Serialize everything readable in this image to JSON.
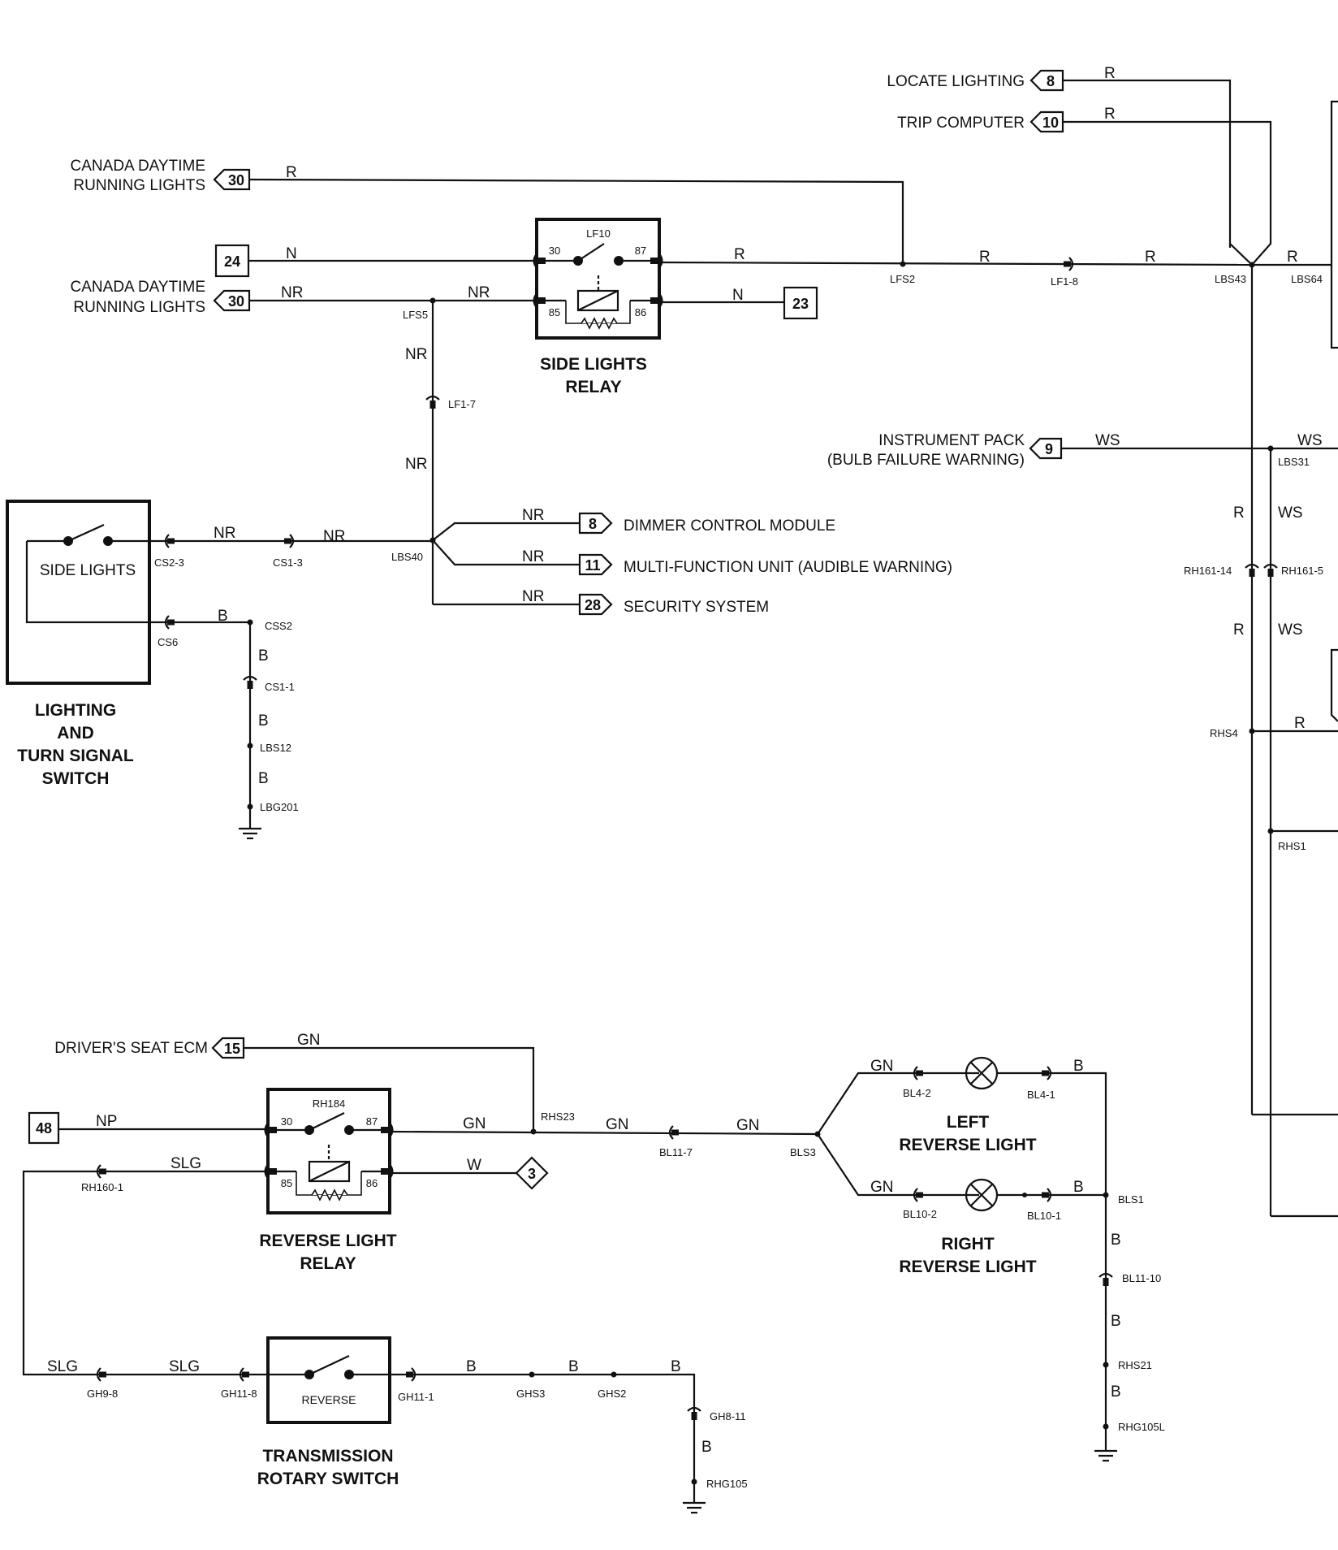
{
  "components": {
    "side_lights_relay": {
      "title_1": "SIDE LIGHTS",
      "title_2": "RELAY",
      "id": "LF10",
      "pins": [
        "30",
        "87",
        "85",
        "86"
      ]
    },
    "reverse_light_relay": {
      "title_1": "REVERSE LIGHT",
      "title_2": "RELAY",
      "id": "RH184",
      "pins": [
        "30",
        "87",
        "85",
        "86"
      ]
    },
    "lighting_switch": {
      "inner": "SIDE LIGHTS",
      "title": [
        "LIGHTING",
        "AND",
        "TURN SIGNAL",
        "SWITCH"
      ]
    },
    "transmission_switch": {
      "inner": "REVERSE",
      "title": [
        "TRANSMISSION",
        "ROTARY SWITCH"
      ]
    },
    "left_reverse_light": {
      "title": [
        "LEFT",
        "REVERSE LIGHT"
      ]
    },
    "right_reverse_light": {
      "title": [
        "RIGHT",
        "REVERSE LIGHT"
      ]
    }
  },
  "references": {
    "locate_lighting": {
      "label": "LOCATE LIGHTING",
      "num": "8"
    },
    "trip_computer": {
      "label": "TRIP COMPUTER",
      "num": "10"
    },
    "canada_drl_1": {
      "label_1": "CANADA DAYTIME",
      "label_2": "RUNNING LIGHTS",
      "num": "30"
    },
    "canada_drl_2": {
      "label_1": "CANADA DAYTIME",
      "label_2": "RUNNING LIGHTS",
      "num": "30"
    },
    "ref_24": {
      "num": "24"
    },
    "ref_23": {
      "num": "23"
    },
    "instrument_pack": {
      "label_1": "INSTRUMENT PACK",
      "label_2": "(BULB FAILURE WARNING)",
      "num": "9"
    },
    "dimmer": {
      "label": "DIMMER CONTROL MODULE",
      "num": "8"
    },
    "multi_function": {
      "label": "MULTI-FUNCTION UNIT (AUDIBLE WARNING)",
      "num": "11"
    },
    "security": {
      "label": "SECURITY SYSTEM",
      "num": "28"
    },
    "drivers_seat": {
      "label": "DRIVER'S SEAT ECM",
      "num": "15"
    },
    "ref_48": {
      "num": "48"
    },
    "ref_3": {
      "num": "3"
    }
  },
  "wire_colors": {
    "R": "R",
    "N": "N",
    "NR": "NR",
    "B": "B",
    "WS": "WS",
    "GN": "GN",
    "NP": "NP",
    "SLG": "SLG",
    "W": "W"
  },
  "nodes": {
    "LFS2": "LFS2",
    "LF1_8": "LF1-8",
    "LBS43": "LBS43",
    "LBS64": "LBS64",
    "LFS5": "LFS5",
    "LF1_7": "LF1-7",
    "LBS40": "LBS40",
    "CS2_3": "CS2-3",
    "CS1_3": "CS1-3",
    "CS6": "CS6",
    "CSS2": "CSS2",
    "CS1_1": "CS1-1",
    "LBS12": "LBS12",
    "LBG201": "LBG201",
    "LBS31": "LBS31",
    "RH161_14": "RH161-14",
    "RH161_5": "RH161-5",
    "RHS4": "RHS4",
    "RHS1": "RHS1",
    "RHS23": "RHS23",
    "BL11_7": "BL11-7",
    "BLS3": "BLS3",
    "BL4_2": "BL4-2",
    "BL4_1": "BL4-1",
    "BL10_2": "BL10-2",
    "BL10_1": "BL10-1",
    "BLS1": "BLS1",
    "BL11_10": "BL11-10",
    "RHS21": "RHS21",
    "RHG105L": "RHG105L",
    "RH160_1": "RH160-1",
    "GH9_8": "GH9-8",
    "GH11_8": "GH11-8",
    "GH11_1": "GH11-1",
    "GHS3": "GHS3",
    "GHS2": "GHS2",
    "GH8_11": "GH8-11",
    "RHG105": "RHG105"
  }
}
